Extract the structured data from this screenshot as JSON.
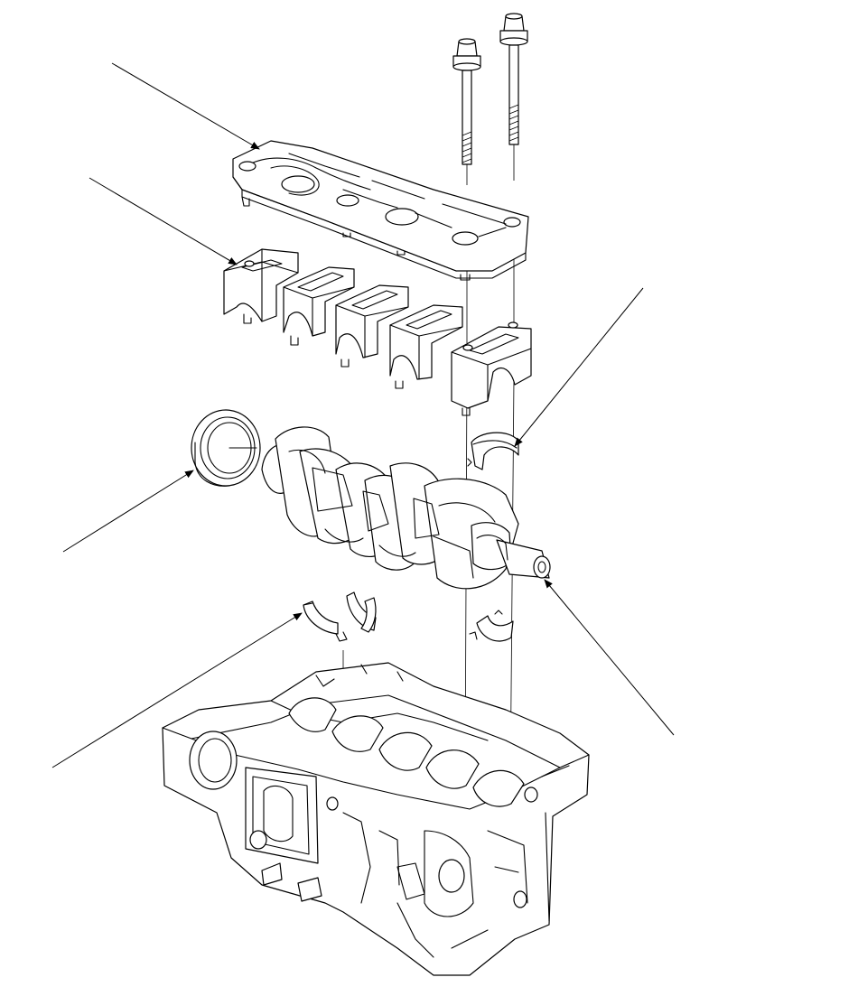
{
  "diagram": {
    "kind": "exploded-view",
    "background": "#ffffff",
    "line_color": "#000000",
    "callouts": [
      {
        "name": "bearing-cap-bridge",
        "label": ""
      },
      {
        "name": "main-bearing-caps",
        "label": ""
      },
      {
        "name": "upper-bearing-shell",
        "label": ""
      },
      {
        "name": "crankshaft-oil-seal",
        "label": ""
      },
      {
        "name": "crankshaft",
        "label": ""
      },
      {
        "name": "lower-bearing-shells",
        "label": ""
      }
    ]
  }
}
